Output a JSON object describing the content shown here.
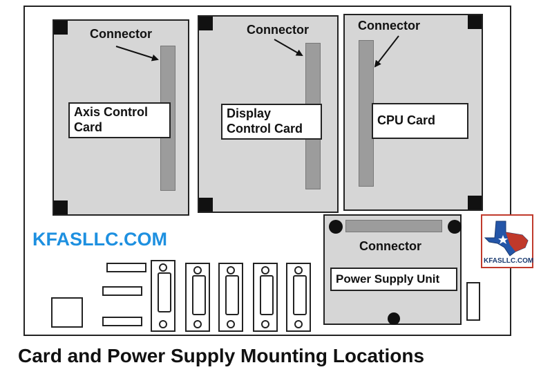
{
  "cards": {
    "axis_label_line1": "Axis Control",
    "axis_label_line2": "Card",
    "display_label_line1": "Display",
    "display_label_line2": "Control Card",
    "cpu_label": "CPU Card",
    "connector_label": "Connector"
  },
  "psu": {
    "label": "Power Supply Unit",
    "connector_label": "Connector"
  },
  "watermark": "KFASLLC.COM",
  "logo_text": "KFASLLC.COM",
  "caption": "Card and Power Supply Mounting Locations"
}
